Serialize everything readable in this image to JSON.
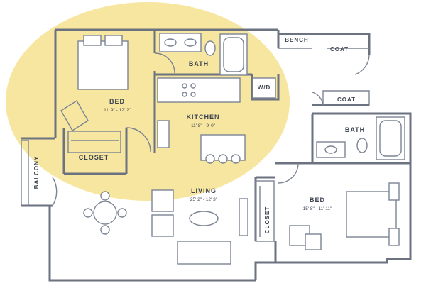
{
  "colors": {
    "highlight": "#f7e6a0",
    "wall": "#6b7280",
    "line": "#7b8494",
    "text": "#3c4452"
  },
  "rooms": {
    "bed1": {
      "name": "BED",
      "size": "11' 9\" - 12' 2\""
    },
    "bath1": {
      "name": "BATH"
    },
    "kitchen": {
      "name": "KITCHEN",
      "size": "11' 8\" - 9' 0\""
    },
    "closet1": {
      "name": "CLOSET"
    },
    "balcony": {
      "name": "BALCONY"
    },
    "wd": {
      "name": "W/D"
    },
    "bench": {
      "name": "BENCH"
    },
    "coat1": {
      "name": "COAT"
    },
    "coat2": {
      "name": "COAT"
    },
    "bath2": {
      "name": "BATH"
    },
    "living": {
      "name": "LIVING",
      "size": "25' 2\" - 12' 3\""
    },
    "bed2": {
      "name": "BED",
      "size": "15' 8\" - 11' 11\""
    },
    "closet2": {
      "name": "CLOSET"
    }
  }
}
